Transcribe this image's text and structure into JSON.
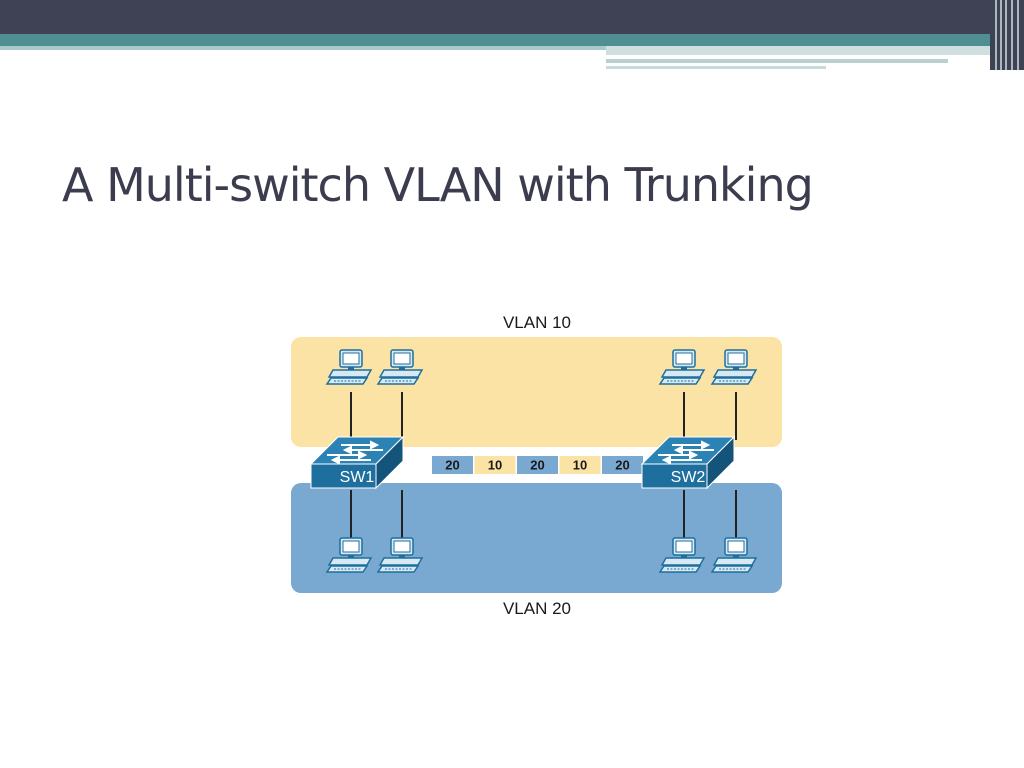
{
  "slide": {
    "title": "A Multi-switch VLAN with Trunking"
  },
  "diagram": {
    "vlan_top_label": "VLAN 10",
    "vlan_bottom_label": "VLAN 20",
    "switches": [
      {
        "label": "SW1"
      },
      {
        "label": "SW2"
      }
    ],
    "trunk_frames": [
      "20",
      "10",
      "20",
      "10",
      "20"
    ],
    "colors": {
      "vlan10_fill": "#fbe3a5",
      "vlan20_fill": "#79a9d1",
      "switch_fill": "#1e6f9e",
      "header_dark": "#3f4254",
      "header_teal": "#4f8e91",
      "title_text": "#3b3d4f"
    }
  }
}
